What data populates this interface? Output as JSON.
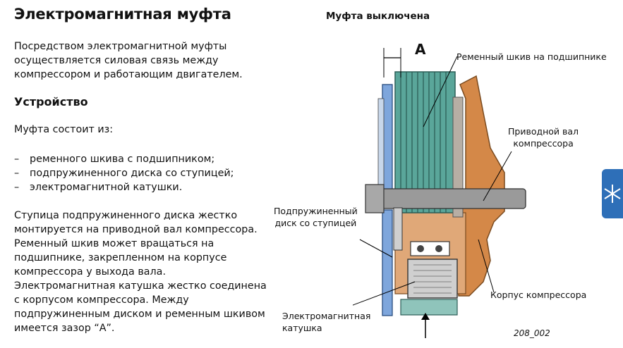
{
  "page": {
    "title": "Электромагнитная муфта",
    "intro": "Посредством электромагнитной муфты осуществляется силовая связь между компрессором и работающим двигателем.",
    "section_title": "Устройство",
    "consists_of": "Муфта состоит из:",
    "components": [
      "ременного шкива с подшипником;",
      "подпружиненного диска со ступицей;",
      "электромагнитной катушки."
    ],
    "description": "Ступица подпружиненного диска жестко монтируется на приводной вал компрессора. Ременный шкив может вращаться на подшипнике, закрепленном на корпусе компрессора у выхода вала. Электромагнитная катушка жестко соединена с корпусом компрессора. Между подпружиненным диском и ременным шкивом имеется зазор “А”."
  },
  "figure": {
    "title": "Муфта выключена",
    "gap_label": "A",
    "labels": {
      "pulley": "Ременный шкив на подшипнике",
      "shaft_line1": "Приводной вал",
      "shaft_line2": "компрессора",
      "disc_line1": "Подпружиненный",
      "disc_line2": "диск со ступицей",
      "housing": "Корпус компрессора",
      "coil_line1": "Электромагнитная",
      "coil_line2": "катушка"
    },
    "figure_number": "208_002"
  },
  "icons": {
    "side_tab": "snowflake-icon"
  },
  "colors": {
    "pulley": "#5aa69a",
    "disc": "#7ea6dc",
    "housing": "#d48848",
    "shaft": "#9a9a9a",
    "side_tab": "#2e6fb8"
  }
}
